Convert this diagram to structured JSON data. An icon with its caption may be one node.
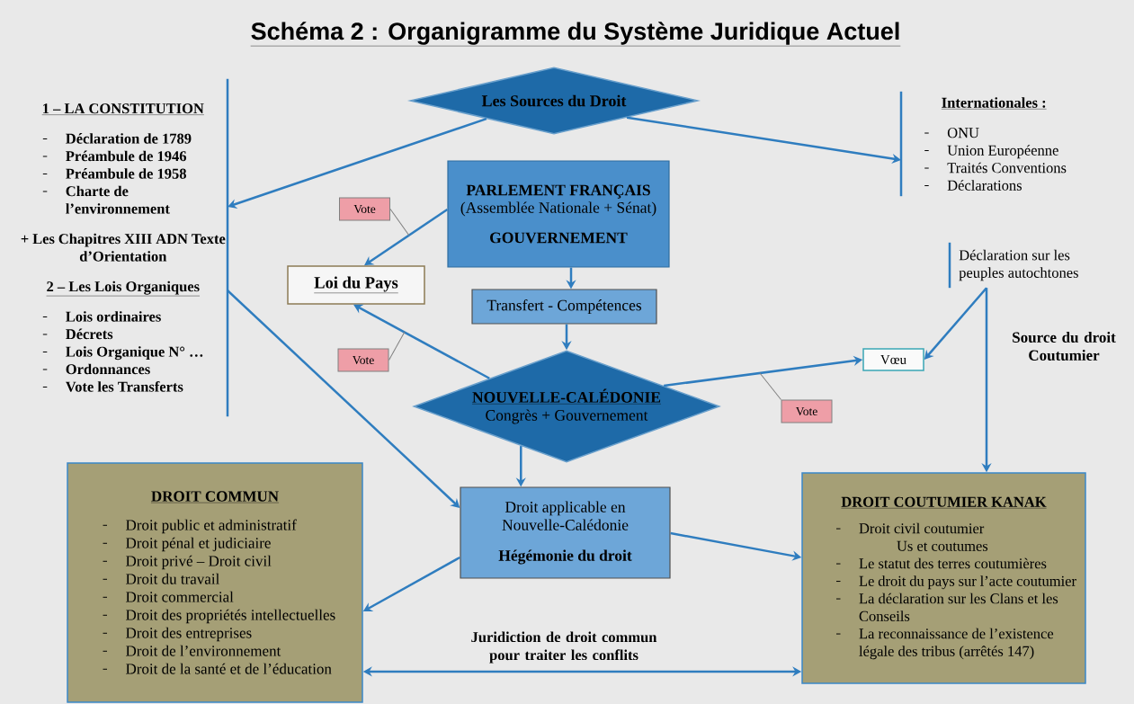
{
  "diagram": {
    "title": "Schéma 2 : Organigramme du Système Juridique Actuel",
    "nodes": [
      {
        "text": [
          "Les Sources du Droit"
        ]
      },
      {
        "text": [
          "1 – LA CONSTITUTION",
          "Déclaration de 1789",
          "Préambule de 1946",
          "Préambule de 1958",
          "Charte de l’environnement",
          "+ Les Chapitres XIII ADN Texte d’Orientation",
          "2 – Les Lois Organiques",
          "Lois ordinaires",
          "Décrets",
          "Lois Organique N° …",
          "Ordonnances",
          "Vote les Transferts"
        ]
      },
      {
        "text": [
          "Internationales :",
          "ONU",
          "Union Européenne",
          "Traités Conventions",
          "Déclarations"
        ]
      },
      {
        "text": [
          "PARLEMENT FRANÇAIS",
          "(Assemblée Nationale + Sénat)",
          "GOUVERNEMENT"
        ]
      },
      {
        "text": [
          "Vote"
        ]
      },
      {
        "text": [
          "Loi du Pays"
        ]
      },
      {
        "text": [
          "Transfert - Compétences"
        ]
      },
      {
        "text": [
          "Déclaration sur les peuples autochtones"
        ]
      },
      {
        "text": [
          "Vote"
        ]
      },
      {
        "text": [
          "Vœu"
        ]
      },
      {
        "text": [
          "NOUVELLE-CALÉDONIE",
          "Congrès + Gouvernement"
        ]
      },
      {
        "text": [
          "Vote"
        ]
      },
      {
        "text": [
          "DROIT COMMUN",
          "Droit public et administratif",
          "Droit pénal et judiciaire",
          "Droit privé – Droit civil",
          "Droit du travail",
          "Droit commercial",
          "Droit des propriétés intellectuelles",
          "Droit des entreprises",
          "Droit de l’environnement",
          "Droit de la santé et de l’éducation"
        ]
      },
      {
        "text": [
          "Droit applicable en Nouvelle-Calédonie",
          "Hégémonie du droit"
        ]
      },
      {
        "text": [
          "DROIT COUTUMIER KANAK",
          "Droit civil coutumier",
          "Us et coutumes",
          "Le statut des terres coutumières",
          "Le droit du pays sur l’acte coutumier",
          "La déclaration sur les Clans et les Conseils",
          "La reconnaissance de l’existence légale des tribus (arrêtés 147)"
        ]
      }
    ],
    "edges": [
      {
        "from": 0,
        "to": 1,
        "arrow": "to"
      },
      {
        "from": 0,
        "to": 2,
        "arrow": "to"
      },
      {
        "from": 3,
        "to": 5,
        "arrow": "to"
      },
      {
        "from": 3,
        "to": 6,
        "arrow": "to"
      },
      {
        "from": 6,
        "to": 10,
        "arrow": "to"
      },
      {
        "from": 10,
        "to": 5,
        "arrow": "to"
      },
      {
        "from": 10,
        "to": 9,
        "arrow": "to"
      },
      {
        "from": 7,
        "to": 9,
        "arrow": "to"
      },
      {
        "from": 7,
        "to": 14,
        "arrow": "to"
      },
      {
        "from": 1,
        "to": 13,
        "arrow": "to"
      },
      {
        "from": 10,
        "to": 13,
        "arrow": "to"
      },
      {
        "from": 13,
        "to": 12,
        "arrow": "to"
      },
      {
        "from": 13,
        "to": 14,
        "arrow": "to"
      },
      {
        "from": 12,
        "to": 14,
        "arrow": "both",
        "label": "Juridiction de droit commun pour traiter les conflits"
      },
      {
        "from": 4,
        "to": null,
        "arrow": "none",
        "color": "#808080"
      },
      {
        "from": 8,
        "to": null,
        "arrow": "none",
        "color": "#808080"
      },
      {
        "from": 11,
        "to": null,
        "arrow": "none",
        "color": "#808080"
      }
    ],
    "labels": [
      "Source du droit Coutumier"
    ]
  }
}
